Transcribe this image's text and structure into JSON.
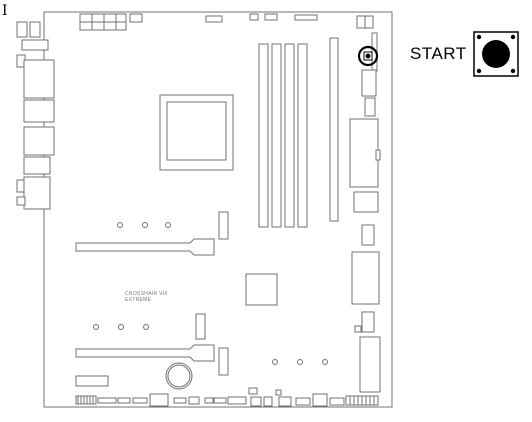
{
  "callout": {
    "label": "START"
  },
  "board": {
    "model_line1": "CROSSHAIR VIII",
    "model_line2": "EXTREME"
  },
  "cursor": {
    "glyph": "I"
  },
  "colors": {
    "outline": "#707070",
    "highlight": "#000000",
    "background": "#ffffff"
  }
}
